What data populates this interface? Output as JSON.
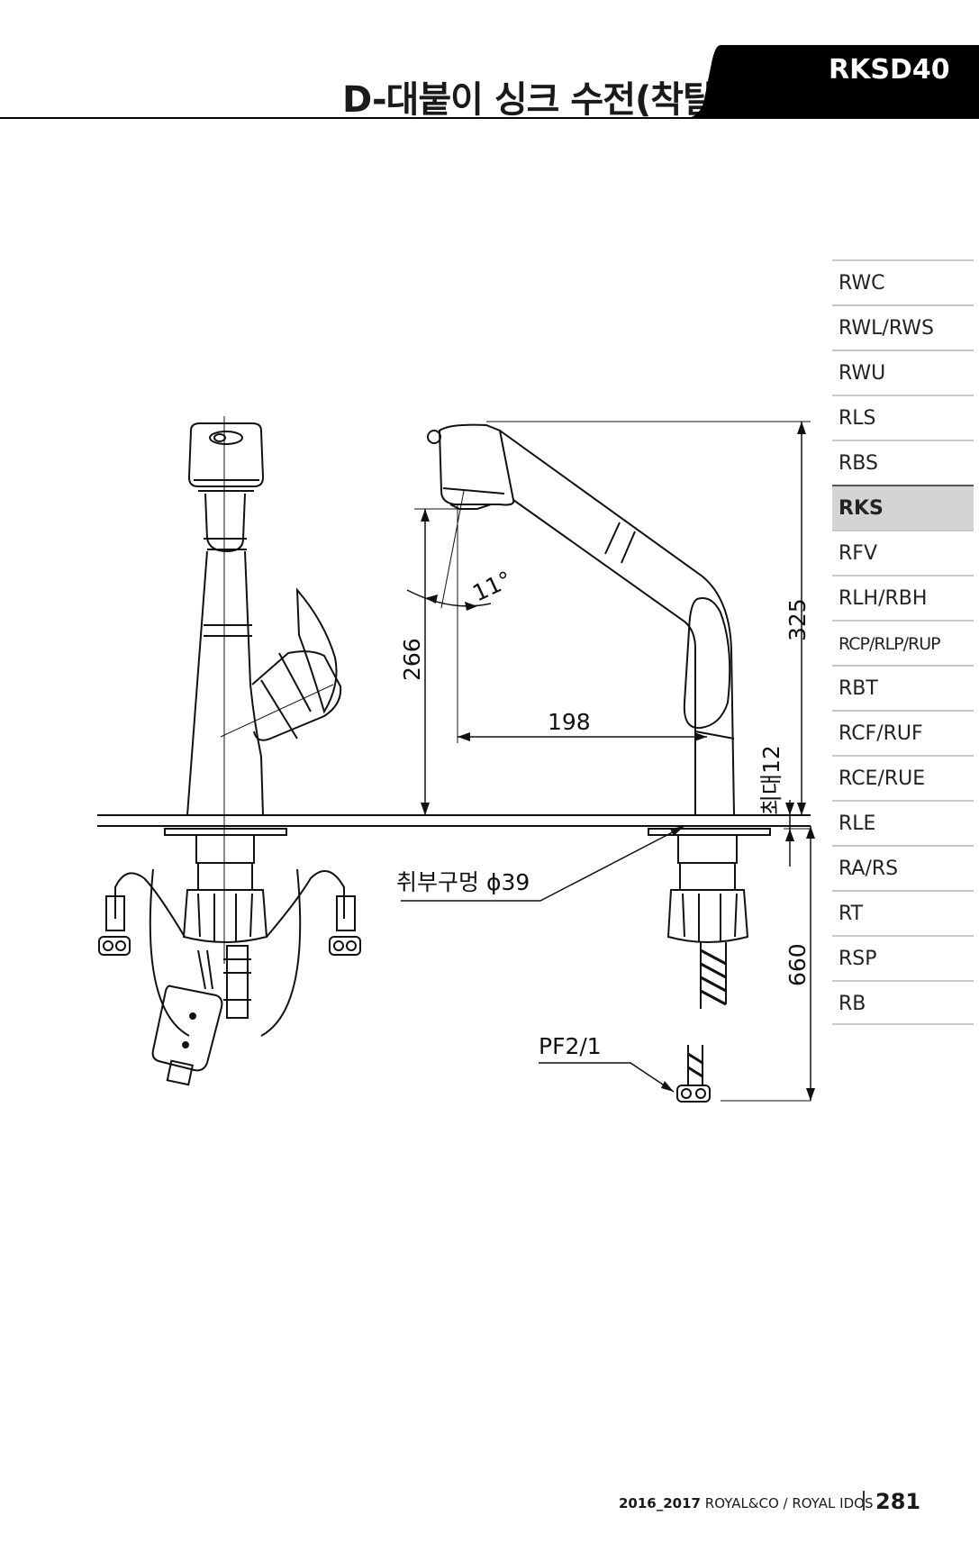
{
  "header": {
    "title": "D-대붙이 싱크 수전(착탈식)",
    "model_code": "RKSD40",
    "tab_color": "#000000"
  },
  "side_nav": {
    "items": [
      {
        "label": "RWC"
      },
      {
        "label": "RWL/RWS"
      },
      {
        "label": "RWU"
      },
      {
        "label": "RLS"
      },
      {
        "label": "RBS"
      },
      {
        "label": "RKS",
        "active": true
      },
      {
        "label": "RFV"
      },
      {
        "label": "RLH/RBH"
      },
      {
        "label": "RCP/RLP/RUP"
      },
      {
        "label": "RBT"
      },
      {
        "label": "RCF/RUF"
      },
      {
        "label": "RCE/RUE"
      },
      {
        "label": "RLE"
      },
      {
        "label": "RA/RS"
      },
      {
        "label": "RT"
      },
      {
        "label": "RSP"
      },
      {
        "label": "RB"
      }
    ],
    "active_color": "#d4d4d4"
  },
  "drawing": {
    "dim_height_total": "325",
    "dim_spout_height": "266",
    "dim_reach": "198",
    "dim_angle": "11°",
    "dim_counter_max": "최대12",
    "dim_hose_length": "660",
    "mount_hole_label": "취부구멍 ϕ39",
    "thread_label": "PF2/1"
  },
  "footer": {
    "year": "2016_2017",
    "brand": "ROYAL&CO / ROYAL IDOS",
    "page_number": "281"
  }
}
